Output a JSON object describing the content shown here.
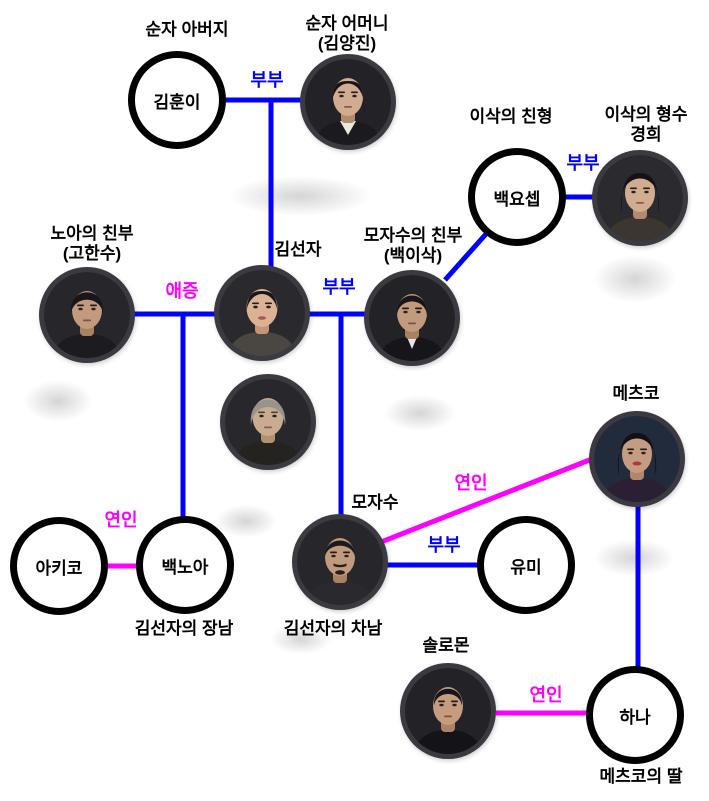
{
  "colors": {
    "couple_line": "#0000ff",
    "romance_line": "#ff00ff",
    "caption_text": "#000000",
    "background": "#ffffff"
  },
  "relationship_labels": {
    "hoonie_yangjin": "부부",
    "yoseb_kyunghee": "부부",
    "hansu_sunja": "애증",
    "sunja_isak": "부부",
    "akiko_noa": "연인",
    "mozasu_etsuko": "연인",
    "mozasu_yumi": "부부",
    "solomon_hana": "연인"
  },
  "nodes": {
    "kim_hoonie": {
      "name": "김훈이",
      "caption": "순자 아버지"
    },
    "kim_yangjin": {
      "caption_line1": "순자 어머니",
      "caption_line2": "(김양진)",
      "portrait": "yangjin-portrait"
    },
    "baek_yoseb": {
      "name": "백요셉",
      "caption": "이삭의 친형"
    },
    "kyunghee": {
      "caption_line1": "이삭의 형수",
      "caption_line2": "경희",
      "portrait": "kyunghee-portrait"
    },
    "ko_hansu": {
      "caption_line1": "노아의 친부",
      "caption_line2": "(고한수)",
      "portrait": "hansu-portrait"
    },
    "kim_sunja": {
      "caption": "김선자",
      "portrait": "sunja-young-portrait"
    },
    "baek_isak": {
      "caption_line1": "모자수의 친부",
      "caption_line2": "(백이삭)",
      "portrait": "isak-portrait"
    },
    "sunja_old": {
      "portrait": "sunja-old-portrait"
    },
    "etsuko": {
      "caption": "메츠코",
      "portrait": "etsuko-portrait"
    },
    "akiko": {
      "name": "아키코"
    },
    "baek_noa": {
      "name": "백노아",
      "caption_below": "김선자의 장남"
    },
    "mozasu": {
      "caption": "모자수",
      "caption_below": "김선자의 차남",
      "portrait": "mozasu-portrait"
    },
    "yumi": {
      "name": "유미"
    },
    "solomon": {
      "caption": "솔로몬",
      "portrait": "solomon-portrait"
    },
    "hana": {
      "name": "하나",
      "caption_below": "메츠코의 딸"
    }
  },
  "edges": [
    {
      "from": "김훈이",
      "to": "순자 어머니(김양진)",
      "label": "부부",
      "style": "couple"
    },
    {
      "from": "김훈이·김양진",
      "to": "김선자",
      "label": "",
      "style": "parent-child"
    },
    {
      "from": "백요셉",
      "to": "경희",
      "label": "부부",
      "style": "couple"
    },
    {
      "from": "백이삭",
      "to": "백요셉",
      "label": "",
      "style": "sibling"
    },
    {
      "from": "고한수",
      "to": "김선자",
      "label": "애증",
      "style": "love-hate"
    },
    {
      "from": "고한수·김선자",
      "to": "백노아",
      "label": "",
      "style": "parent-child"
    },
    {
      "from": "김선자",
      "to": "백이삭",
      "label": "부부",
      "style": "couple"
    },
    {
      "from": "김선자·백이삭",
      "to": "모자수",
      "label": "",
      "style": "parent-child"
    },
    {
      "from": "아키코",
      "to": "백노아",
      "label": "연인",
      "style": "lovers"
    },
    {
      "from": "모자수",
      "to": "유미",
      "label": "부부",
      "style": "couple"
    },
    {
      "from": "모자수",
      "to": "메츠코",
      "label": "연인",
      "style": "lovers"
    },
    {
      "from": "메츠코",
      "to": "하나",
      "label": "",
      "style": "parent-child"
    },
    {
      "from": "솔로몬",
      "to": "하나",
      "label": "연인",
      "style": "lovers"
    }
  ]
}
